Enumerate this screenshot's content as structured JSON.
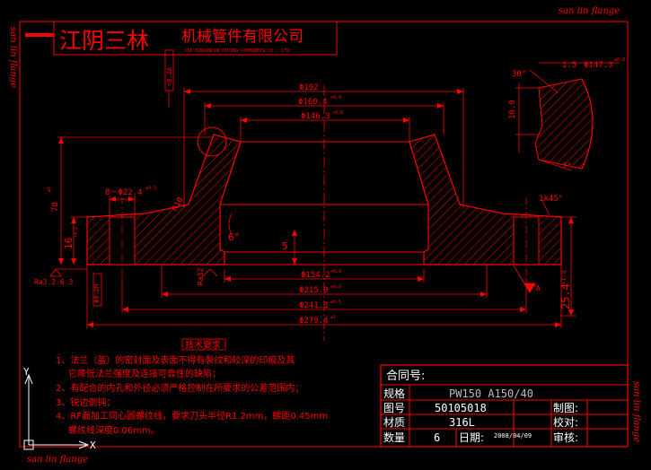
{
  "watermark": "san lin flange",
  "company": {
    "name_large": "江阴三林",
    "name_small": "机械管件有限公司",
    "name_en": "JIA XINSANLIN PIPING COMPONETS CO., LTD."
  },
  "dimensions": {
    "d192": "Φ192",
    "d160": "Φ160.4",
    "d160_tol": "+0.8",
    "d146": "Φ146.3",
    "d146_tol": "+0.8",
    "d154": "Φ154.2",
    "d154_tol": "+0.8",
    "d215": "Φ215.9",
    "d215_tol": "±0.8",
    "d241": "Φ241.3",
    "d241_tol": "±0.5",
    "d279": "Φ279.4",
    "d279_tol": "±1",
    "holes": "8－Φ22.4",
    "holes_tol": "±0.3",
    "height": "78",
    "height_tol": "±5",
    "flange_thk": "16",
    "flange_thk_tol": "+4.2",
    "raised": "5",
    "r10": "R10",
    "angle6": "6°",
    "ra32": "Ra32",
    "ra_range": "Ra3.2-6.3",
    "hole_tol_box": "Φ0.2M",
    "flatness_box": "⌓0.2A",
    "chamfer": "1X45°",
    "thk25": "25.4",
    "thk25_tol": "+1.5",
    "datum": "A"
  },
  "detail": {
    "angle30": "30°",
    "h109": "10.9",
    "d1473": "Φ147.3",
    "d1473_tol": "±0.8",
    "w15": "1.5",
    "angle7": "7°"
  },
  "notes": {
    "title": "技术要求",
    "items": [
      "1、法兰（盖）的密封面及表面不得有裂纹和较深的印痕及其",
      "它降低法兰强度及连接可靠性的缺陷；",
      "2、有配合的内孔和外径必须严格控制在所要求的公差范围内；",
      "3、锐边倒钝；",
      "4、RF面加工同心圆螺纹线，要求刀头半径R1.2mm，螺距0.45mm",
      "螺纹线深度0.06mm。"
    ]
  },
  "title_block": {
    "contract_label": "合同号:",
    "spec_label": "规格",
    "spec_value": "PW150 A150/40",
    "drawing_no_label": "图号",
    "drawing_no_value": "50105018",
    "drafter_label": "制图:",
    "material_label": "材质",
    "material_value": "316L",
    "checker_label": "校对:",
    "qty_label": "数量",
    "qty_value": "6",
    "date_label": "日期:",
    "date_value": "2008/04/09",
    "review_label": "审核:"
  },
  "ucs": {
    "y": "Y",
    "x": "X"
  },
  "colors": {
    "line": "#ff0000",
    "bg": "#000000",
    "white": "#ffffff",
    "gray": "#bbbbbb"
  }
}
